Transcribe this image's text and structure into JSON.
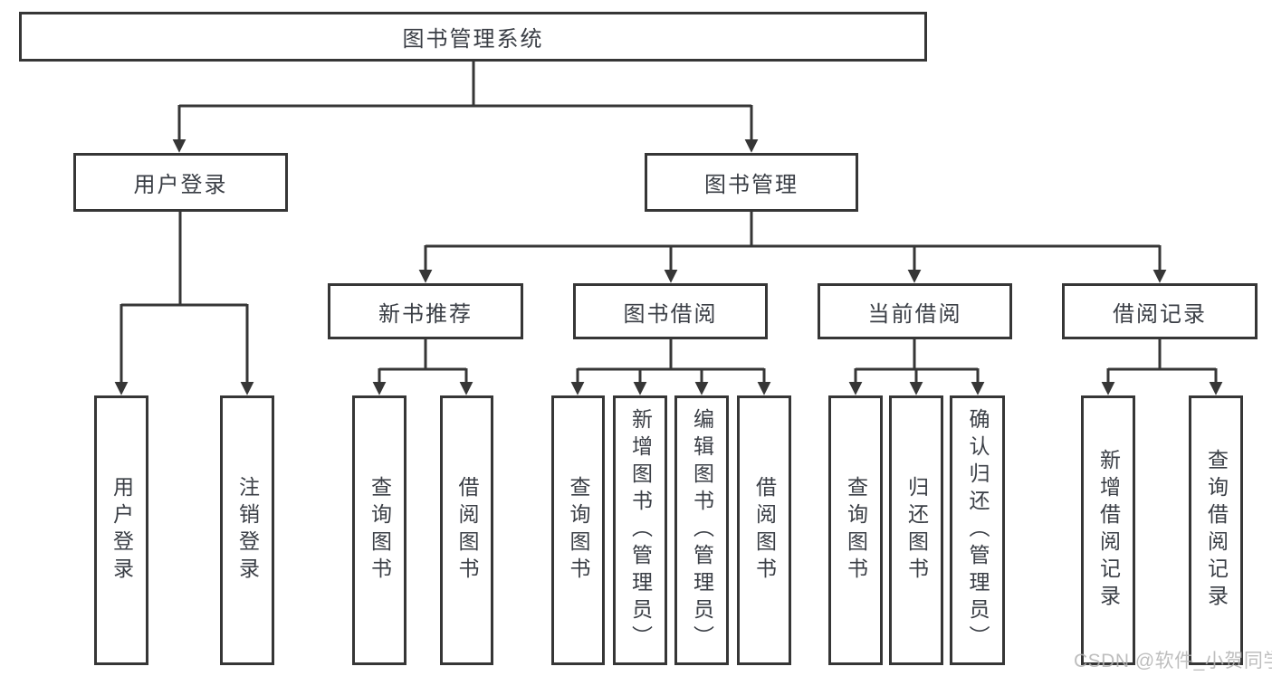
{
  "diagram": {
    "title": "图书管理系统",
    "branches": [
      {
        "label": "用户登录",
        "children": [
          {
            "label": "用户登录"
          },
          {
            "label": "注销登录"
          }
        ]
      },
      {
        "label": "图书管理",
        "children": [
          {
            "label": "新书推荐",
            "children": [
              {
                "label": "查询图书"
              },
              {
                "label": "借阅图书"
              }
            ]
          },
          {
            "label": "图书借阅",
            "children": [
              {
                "label": "查询图书"
              },
              {
                "label": "新增图书（管理员）"
              },
              {
                "label": "编辑图书（管理员）"
              },
              {
                "label": "借阅图书"
              }
            ]
          },
          {
            "label": "当前借阅",
            "children": [
              {
                "label": "查询图书"
              },
              {
                "label": "归还图书"
              },
              {
                "label": "确认归还（管理员）"
              }
            ]
          },
          {
            "label": "借阅记录",
            "children": [
              {
                "label": "新增借阅记录"
              },
              {
                "label": "查询借阅记录"
              }
            ]
          }
        ]
      }
    ]
  },
  "watermark": "CSDN @软件_小贺同学",
  "colors": {
    "line": "#363636",
    "text": "#3a3e45",
    "background": "#ffffff",
    "watermark": "#b3b3b3"
  }
}
